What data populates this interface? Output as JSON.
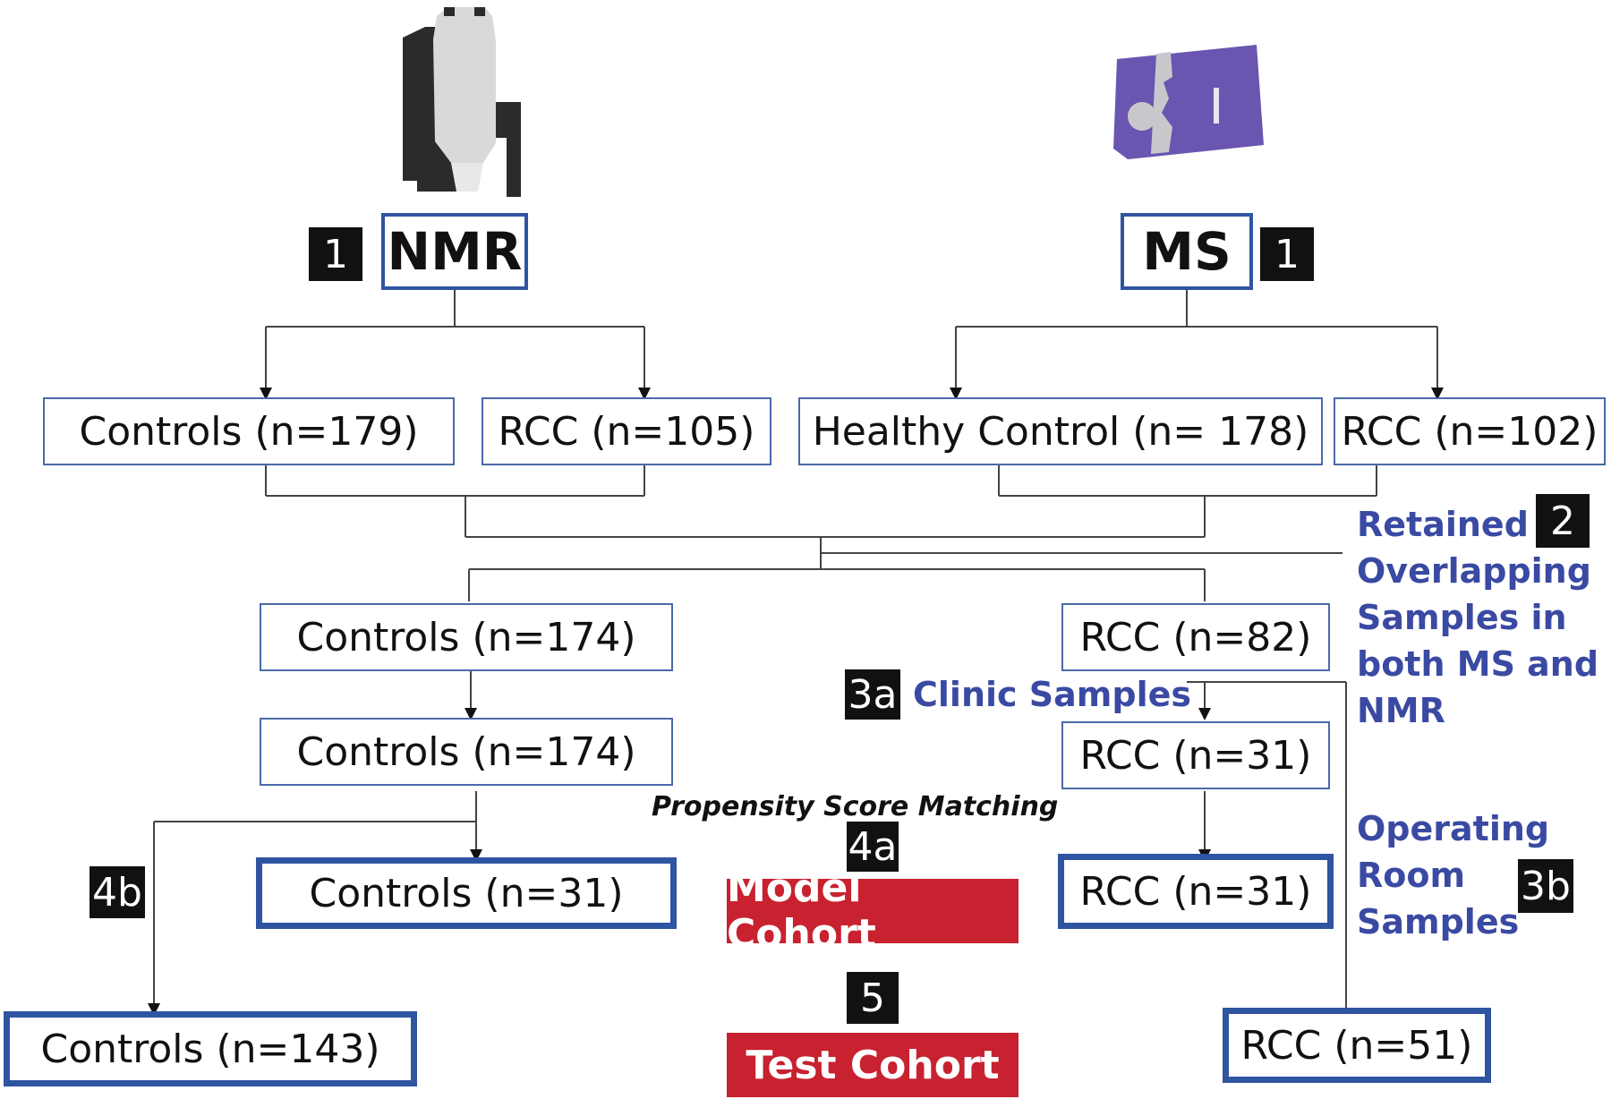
{
  "instruments": {
    "nmr": {
      "label": "NMR",
      "step": "1",
      "icon": "nmr-spectrometer-icon"
    },
    "ms": {
      "label": "MS",
      "step": "1",
      "icon": "mass-spectrometer-icon"
    }
  },
  "nmr_split": {
    "controls": "Controls (n=179)",
    "rcc": "RCC (n=105)"
  },
  "ms_split": {
    "controls": "Healthy Control (n= 178)",
    "rcc": "RCC (n=102)"
  },
  "retained": {
    "step": "2",
    "text": [
      "Retained",
      "Overlapping",
      "Samples in",
      "both MS and",
      "NMR"
    ]
  },
  "merged": {
    "controls": "Controls (n=174)",
    "rcc": "RCC (n=82)"
  },
  "clinic": {
    "step": "3a",
    "text": "Clinic Samples",
    "controls": "Controls (n=174)",
    "rcc": "RCC (n=31)"
  },
  "psm": {
    "text": "Propensity Score Matching",
    "step": "4a"
  },
  "model": {
    "controls": "Controls (n=31)",
    "rcc": "RCC (n=31)",
    "label": "Model Cohort"
  },
  "operating": {
    "step": "3b",
    "text": [
      "Operating",
      "Room",
      "Samples"
    ]
  },
  "test": {
    "step_4b": "4b",
    "step": "5",
    "controls": "Controls (n=143)",
    "rcc": "RCC (n=51)",
    "label": "Test Cohort"
  },
  "colors": {
    "box_border": "#2f54a1",
    "badge": "#111111",
    "cohort": "#c8212f",
    "blue_text": "#3a4aa3",
    "ms_purple": "#6a55b0"
  }
}
